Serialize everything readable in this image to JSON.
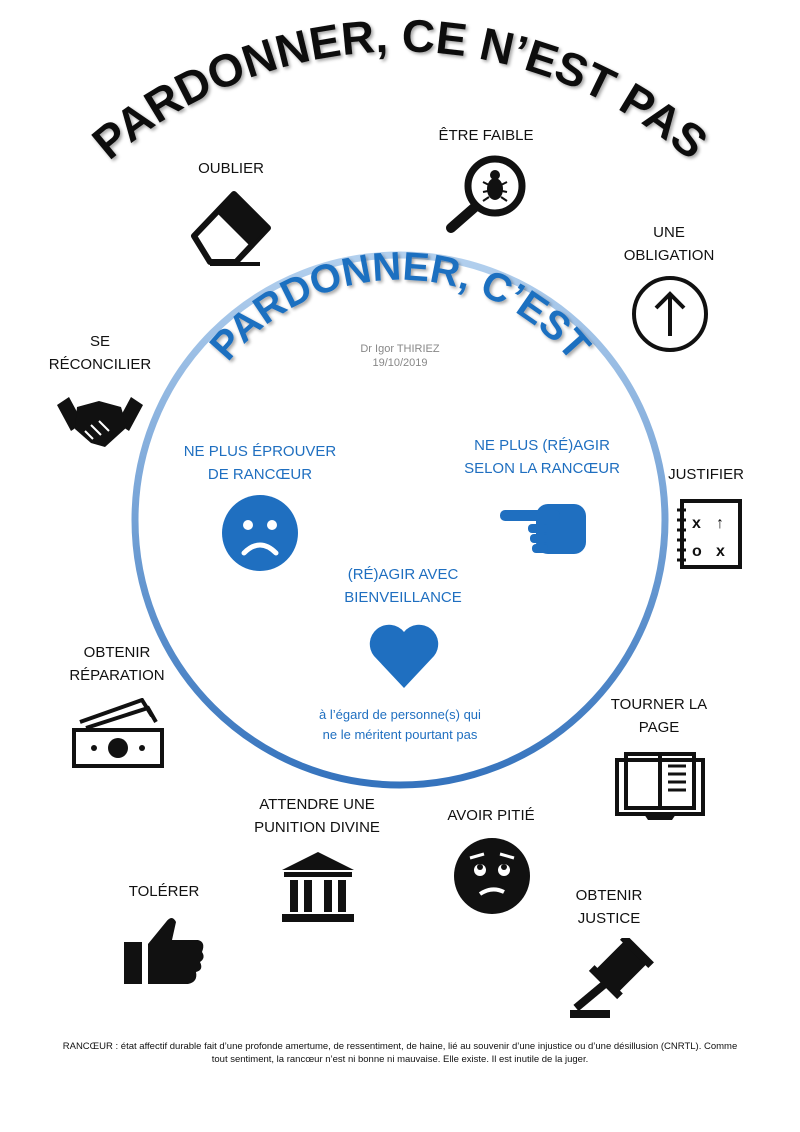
{
  "outer_title": "PARDONNER, CE N’EST PAS",
  "inner_title": "PARDONNER, C’EST",
  "author": {
    "name": "Dr Igor THIRIEZ",
    "date": "19/10/2019"
  },
  "inner_items": [
    {
      "label": "NE PLUS ÉPROUVER DE RANCŒUR",
      "icon": "sad-face-icon"
    },
    {
      "label": "NE PLUS (RÉ)AGIR SELON LA RANCŒUR",
      "icon": "pointing-hand-icon"
    },
    {
      "label": "(RÉ)AGIR AVEC BIENVEILLANCE",
      "icon": "heart-icon"
    }
  ],
  "inner_note": "à l’égard de personne(s) qui ne le méritent pourtant pas",
  "outer_items": [
    {
      "label": "OUBLIER",
      "icon": "eraser-icon"
    },
    {
      "label": "ÊTRE FAIBLE",
      "icon": "magnifier-bug-icon"
    },
    {
      "label": "UNE OBLIGATION",
      "icon": "arrow-up-circle-icon"
    },
    {
      "label": "SE RÉCONCILIER",
      "icon": "handshake-icon"
    },
    {
      "label": "JUSTIFIER",
      "icon": "strategy-board-icon"
    },
    {
      "label": "OBTENIR RÉPARATION",
      "icon": "money-icon"
    },
    {
      "label": "TOURNER LA PAGE",
      "icon": "open-book-icon"
    },
    {
      "label": "ATTENDRE UNE PUNITION DIVINE",
      "icon": "temple-icon"
    },
    {
      "label": "AVOIR PITIÉ",
      "icon": "pity-face-icon"
    },
    {
      "label": "TOLÉRER",
      "icon": "thumbs-up-icon"
    },
    {
      "label": "OBTENIR JUSTICE",
      "icon": "gavel-icon"
    }
  ],
  "footer": "RANCŒUR : état affectif durable fait d’une profonde amertume, de ressentiment, de haine, lié au souvenir d’une injustice ou d’une désillusion (CNRTL). Comme tout sentiment, la rancœur n’est ni bonne ni mauvaise. Elle existe. Il est inutile de la juger.",
  "colors": {
    "blue": "#1f6fc0",
    "ring_light": "#a9c9ea",
    "ring_dark": "#3b7cc4"
  }
}
